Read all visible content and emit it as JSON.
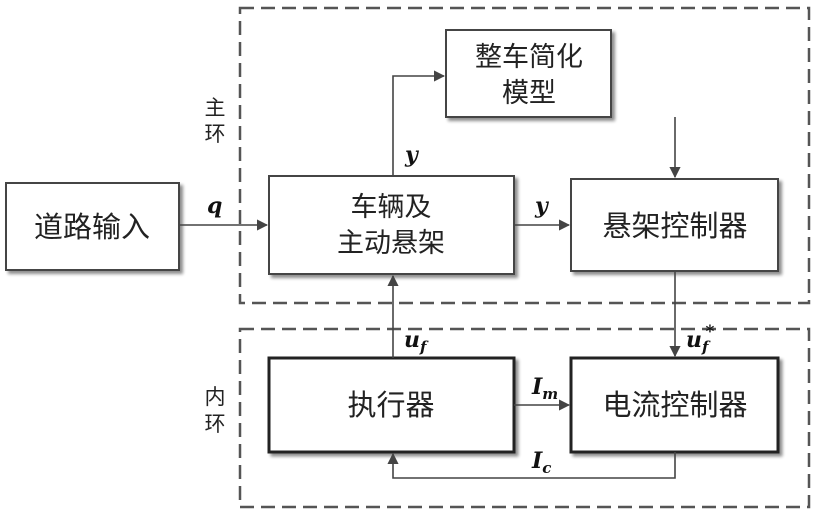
{
  "loops": {
    "outer_label_1": "主",
    "outer_label_2": "环",
    "inner_label_1": "内",
    "inner_label_2": "环"
  },
  "blocks": {
    "road_input": "道路输入",
    "vehicle_line1": "车辆及",
    "vehicle_line2": "主动悬架",
    "simplified_line1": "整车简化",
    "simplified_line2": "模型",
    "suspension_controller": "悬架控制器",
    "actuator": "执行器",
    "current_controller": "电流控制器"
  },
  "signals": {
    "q": "q",
    "y_up": "y",
    "y_right": "y",
    "u_f": "u",
    "u_f_sub": "f",
    "u_f_star": "u",
    "u_f_star_sub": "f",
    "u_f_star_sup": "*",
    "I_m": "I",
    "I_m_sub": "m",
    "I_c": "I",
    "I_c_sub": "c"
  }
}
